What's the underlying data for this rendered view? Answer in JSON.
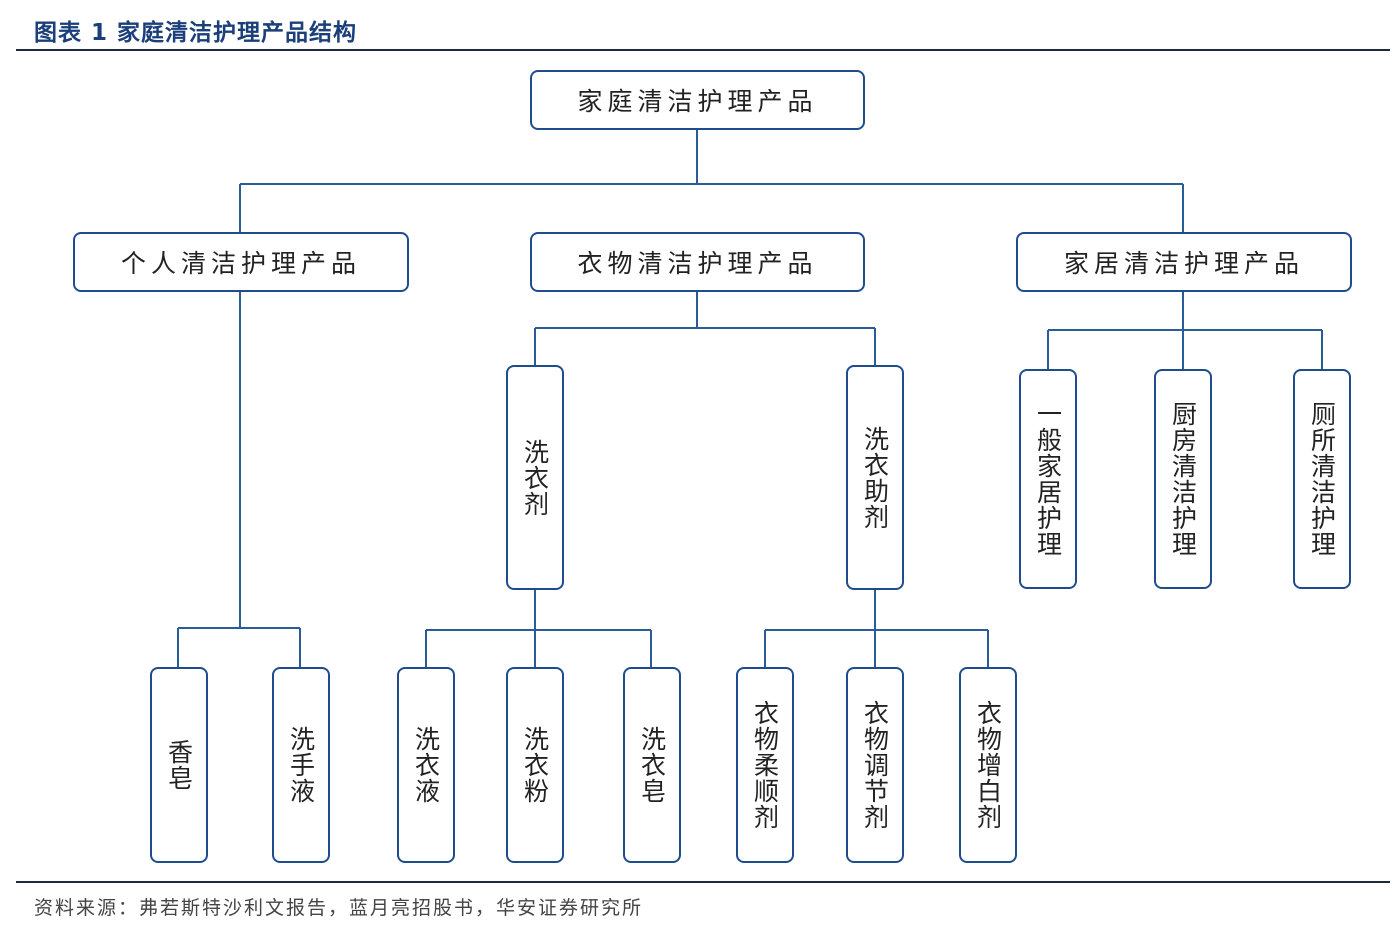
{
  "title": "图表 1 家庭清洁护理产品结构",
  "source": "资料来源：弗若斯特沙利文报告，蓝月亮招股书，华安证券研究所",
  "colors": {
    "title": "#1a3f7a",
    "box_border": "#1f4d8c",
    "connector": "#2a5d98"
  },
  "nodes": {
    "root": "家庭清洁护理产品",
    "personal": "个人清洁护理产品",
    "clothing": "衣物清洁护理产品",
    "household": "家居清洁护理产品",
    "detergent": "洗衣剂",
    "laundry_aid": "洗衣助剂",
    "general_home": "一般家居护理",
    "kitchen": "厨房清洁护理",
    "toilet": "厕所清洁护理",
    "soap": "香皂",
    "hand_wash": "洗手液",
    "liquid_detergent": "洗衣液",
    "washing_powder": "洗衣粉",
    "laundry_soap": "洗衣皂",
    "softener": "衣物柔顺剂",
    "conditioner": "衣物调节剂",
    "brightener": "衣物增白剂"
  }
}
